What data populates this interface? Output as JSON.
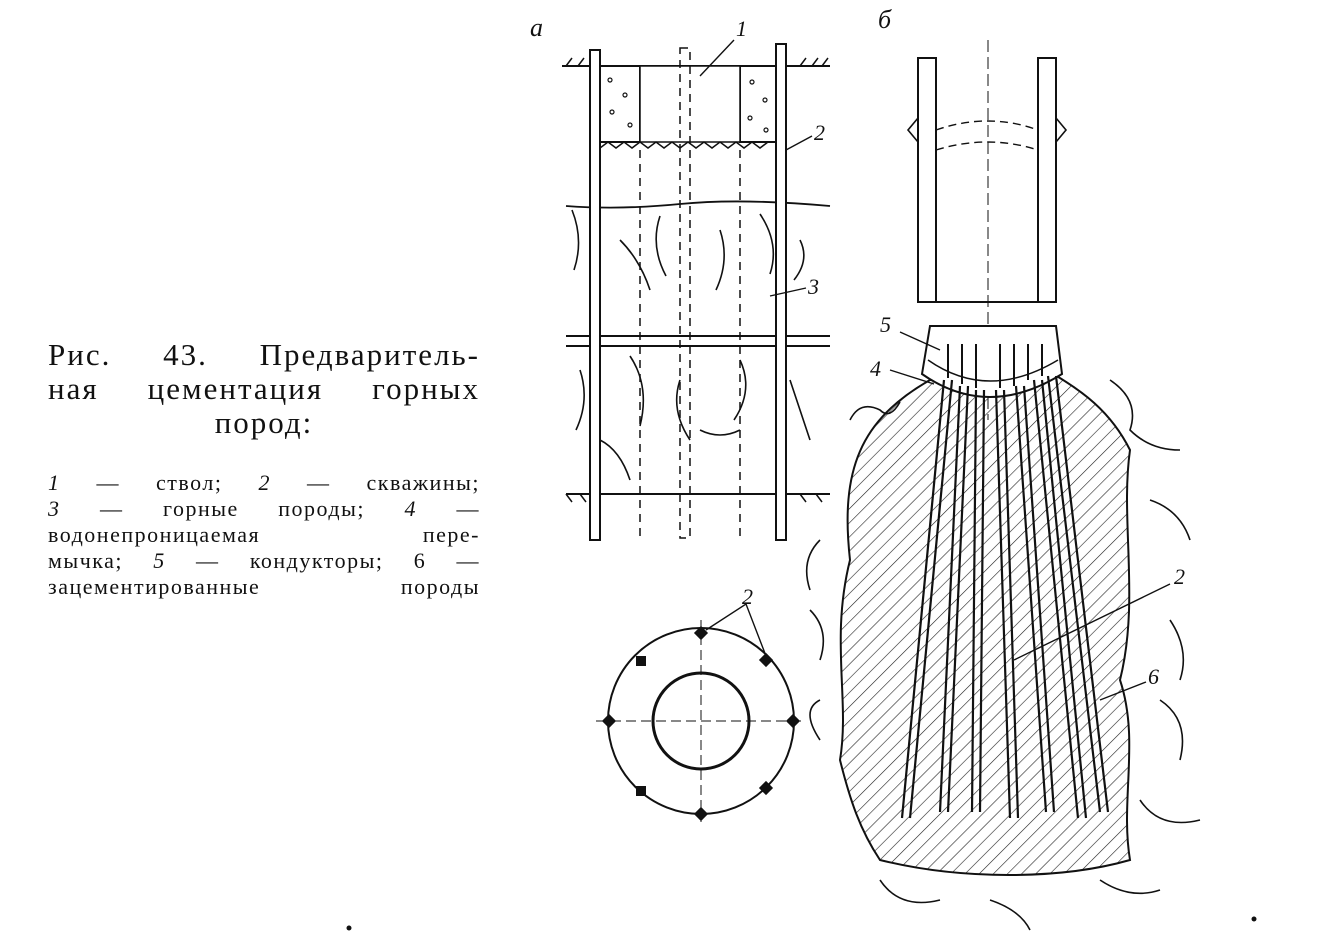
{
  "caption": {
    "line1": "Рис. 43. Предваритель-",
    "line2": "ная цементация горных",
    "line3": "пород:"
  },
  "legend": [
    {
      "n1": "1",
      "t1": " — ствол;  ",
      "n2": "2",
      "t2": " — скважины;"
    },
    {
      "n1": "3",
      "t1": " — горные породы; ",
      "n2": "4",
      "t2": " —"
    },
    {
      "n1": "",
      "t1": "водонепроницаемая пере-",
      "n2": "",
      "t2": ""
    },
    {
      "n1": "",
      "t1": "мычка; ",
      "n2": "5",
      "t2": " — кондукторы; 6 —"
    },
    {
      "n1": "",
      "t1": "зацементированные породы",
      "n2": "",
      "t2": ""
    }
  ],
  "figure": {
    "panel_a_label": "а",
    "panel_b_label": "б",
    "label_1": "1",
    "label_2_top": "2",
    "label_3": "3",
    "label_2_plan": "2",
    "label_5": "5",
    "label_4": "4",
    "label_2_b": "2",
    "label_6": "6"
  }
}
